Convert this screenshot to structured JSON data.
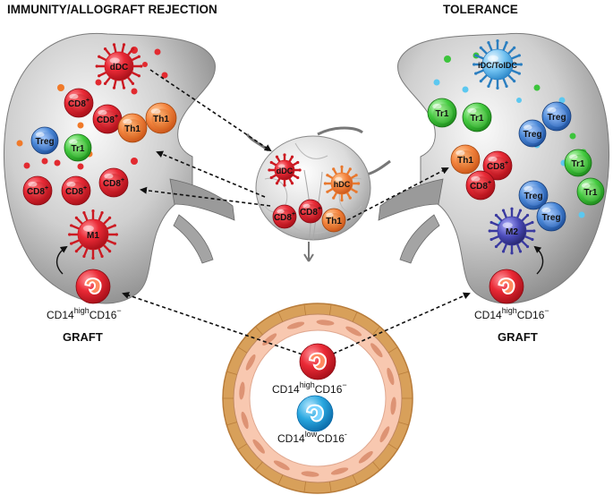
{
  "titles": {
    "left": "IMMUNITY/ALLOGRAFT REJECTION",
    "right": "TOLERANCE"
  },
  "graft": {
    "left": "GRAFT",
    "right": "GRAFT"
  },
  "cells": {
    "cd8": "CD8",
    "plus": "+",
    "th1": "Th1",
    "tr1": "Tr1",
    "treg": "Treg",
    "ddc": "dDC",
    "hdc": "hDC",
    "idc": "iDC/TolDC",
    "m1": "M1",
    "m2": "M2"
  },
  "monocytes": {
    "cd14": "CD14",
    "high": "high",
    "low": "low",
    "cd16": "CD16",
    "minus": "−",
    "minus_hyphen": "-"
  },
  "colors": {
    "cd8_red": "#e0202c",
    "th1_orange": "#f0803a",
    "treg_blue": "#3a78c8",
    "tr1_green": "#3cc43c",
    "m2_purple": "#4a4ab0",
    "monocyte_blue": "#2aa8e0",
    "vessel_tan": "#d8a05a",
    "vessel_pink": "#f8c8b0"
  }
}
